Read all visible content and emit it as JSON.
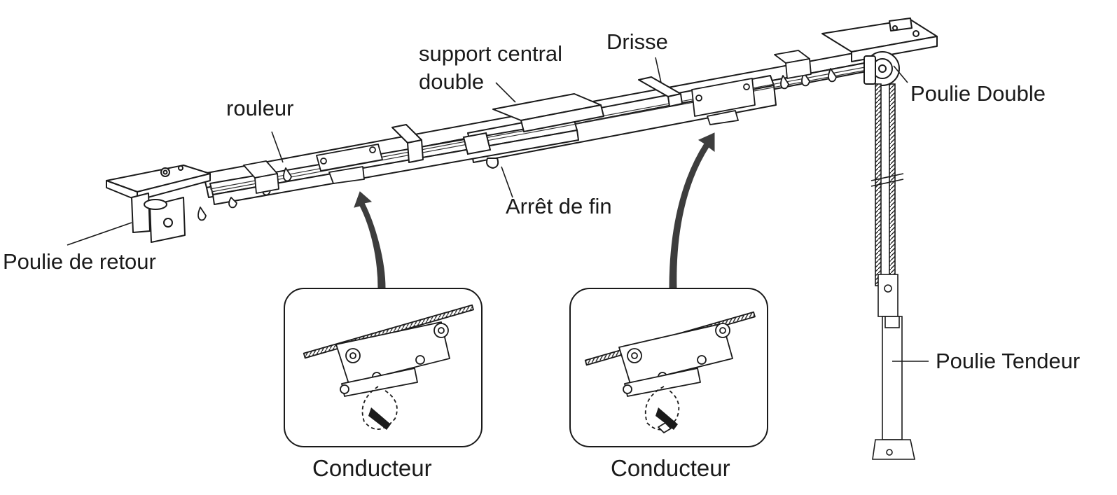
{
  "labels": {
    "support_central_line1": "support central",
    "support_central_line2": "double",
    "drisse": "Drisse",
    "rouleur": "rouleur",
    "poulie_double": "Poulie Double",
    "arret_de_fin": "Arrêt de fin",
    "poulie_de_retour": "Poulie de retour",
    "poulie_tendeur": "Poulie Tendeur"
  },
  "captions": {
    "conducteur_left": "Conducteur",
    "conducteur_right": "Conducteur"
  },
  "colors": {
    "line": "#1a1a1a",
    "arrow": "#3d3d3d",
    "background": "#ffffff"
  }
}
